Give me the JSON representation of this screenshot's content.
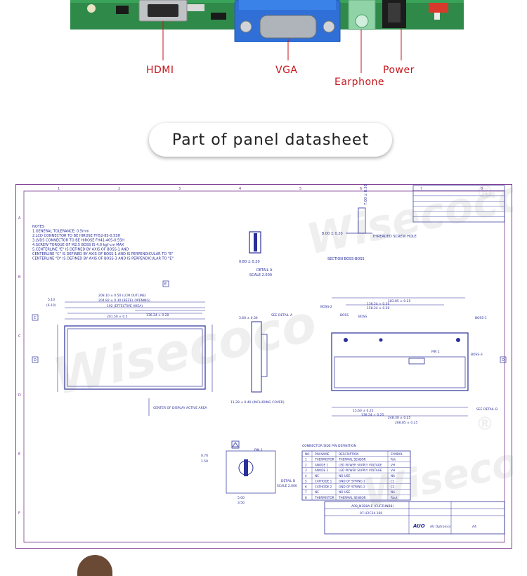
{
  "board": {
    "labels": {
      "hdmi": "HDMI",
      "vga": "VGA",
      "earphone": "Earphone",
      "power": "Power"
    },
    "colors": {
      "pcb": "#2f8a4a",
      "label": "#c8161d",
      "pointer": "#c8161d"
    }
  },
  "section": {
    "title": "Part of panel datasheet"
  },
  "watermark": {
    "text": "Wisecoco",
    "mark": "®"
  },
  "datasheet": {
    "notes": [
      "NOTES",
      "1.GENERAL TOLERANCE: 0.5mm",
      "2.LCD CONNECTOR TO BE HIROSE FH52-8S-0.5SH",
      "3.LVDS CONNECTOR TO BE HIROSE FH41-40S-0.5SH",
      "4.SCREW TORQUE OF M2.5 BOSS IS 4.0 kgf·cm MAX",
      "5.CENTERLINE \"E\" IS DEFINED BY AXIS OF BOSS-1 AND",
      "CENTERLINE \"C\" IS DEFINED BY AXIS OF BOSS-1 AND IS PERPENDICULAR TO \"E\"",
      "CENTERLINE \"D\" IS DEFINED BY AXIS OF BOSS-3 AND IS PERPENDICULAR TO \"E\""
    ],
    "dims_front": [
      "208.10 ± 0.50 (LCM OUTLINE)",
      "204.82 ± 0.30 (BEZEL OPENING)",
      "192 (EFFECTIVE AREA)",
      "201.50 ± 0.5",
      "136.24 ± 0.20"
    ],
    "dims_left": [
      "5.10",
      "(6.10)"
    ],
    "label_center": "CENTER OF DISPLAY ACTIVE AREA",
    "detail_a": {
      "title": "DETAIL A",
      "scale": "SCALE 2.000",
      "dim": "0.80 ± 0.20"
    },
    "section_label": "SECTION BOSS-BOSS",
    "see_detail_a": "SEE DETAIL A",
    "dim_thickness": "11.28 ± 0.40 (INCLUDING COVER)",
    "dim_small": "3.60 ± 0.30",
    "dims_back": [
      "183.85 ± 0.25",
      "136.24 ± 0.20",
      "158.24 ± 0.20",
      "15.60 ± 0.25",
      "138.24 ± 0.25",
      "248.30 ± 0.25",
      "268.85 ± 0.25"
    ],
    "boss_labels": [
      "BOSS-2",
      "BOSS",
      "BOSS",
      "BOSS-1",
      "BOSS-3"
    ],
    "pin1": "PIN 1",
    "see_detail_b": "SEE DETAIL B",
    "thread": "THREADED SCREW HOLE",
    "thread_dims": [
      "7.00 ± 0.30",
      "8.00 ± 0.20"
    ],
    "detail_b": {
      "title": "DETAIL B",
      "scale": "SCALE 2.000",
      "pin": "PIN 1",
      "dims": [
        "0.70",
        "1.50",
        "5.00",
        "3.50"
      ]
    },
    "pin_table": {
      "title": "CONNECTOR SIDE PIN DEFINITION",
      "headers": [
        "NO.",
        "PIN NAME",
        "DESCRIPTION",
        "SYMBOL"
      ],
      "rows": [
        [
          "1",
          "THERMISTOR",
          "THERMAL SENSOR",
          "Rth"
        ],
        [
          "2",
          "ANODE 1",
          "LED POWER SUPPLY VOLTAGE",
          "VH"
        ],
        [
          "3",
          "ANODE 2",
          "LED POWER SUPPLY VOLTAGE",
          "VH"
        ],
        [
          "4",
          "NC",
          "NO USE",
          "NA"
        ],
        [
          "5",
          "CATHODE 1",
          "GND OF STRING 1",
          "C1"
        ],
        [
          "6",
          "CATHODE 2",
          "GND OF STRING 2",
          "C2"
        ],
        [
          "7",
          "NC",
          "NO USE",
          "NA"
        ],
        [
          "8",
          "THERMISTOR",
          "THERMAL SENSOR",
          "Rout"
        ]
      ]
    },
    "title_block": {
      "model": "A08_N3B8A.E (CUFZHNB8)",
      "part": "97.U2C34.160",
      "company": "AU Optronics",
      "logo": "AUO",
      "scale": "A4"
    },
    "grid_numbers": [
      "1",
      "2",
      "3",
      "4",
      "5",
      "6",
      "7",
      "8"
    ],
    "grid_letters": [
      "A",
      "B",
      "C",
      "D",
      "E",
      "F"
    ],
    "markers": [
      "E",
      "C",
      "D",
      "D"
    ],
    "rev_rows": 6,
    "colors": {
      "line": "#2a2f9a",
      "grid": "#7c3a92",
      "text": "#2a2f9a"
    }
  }
}
